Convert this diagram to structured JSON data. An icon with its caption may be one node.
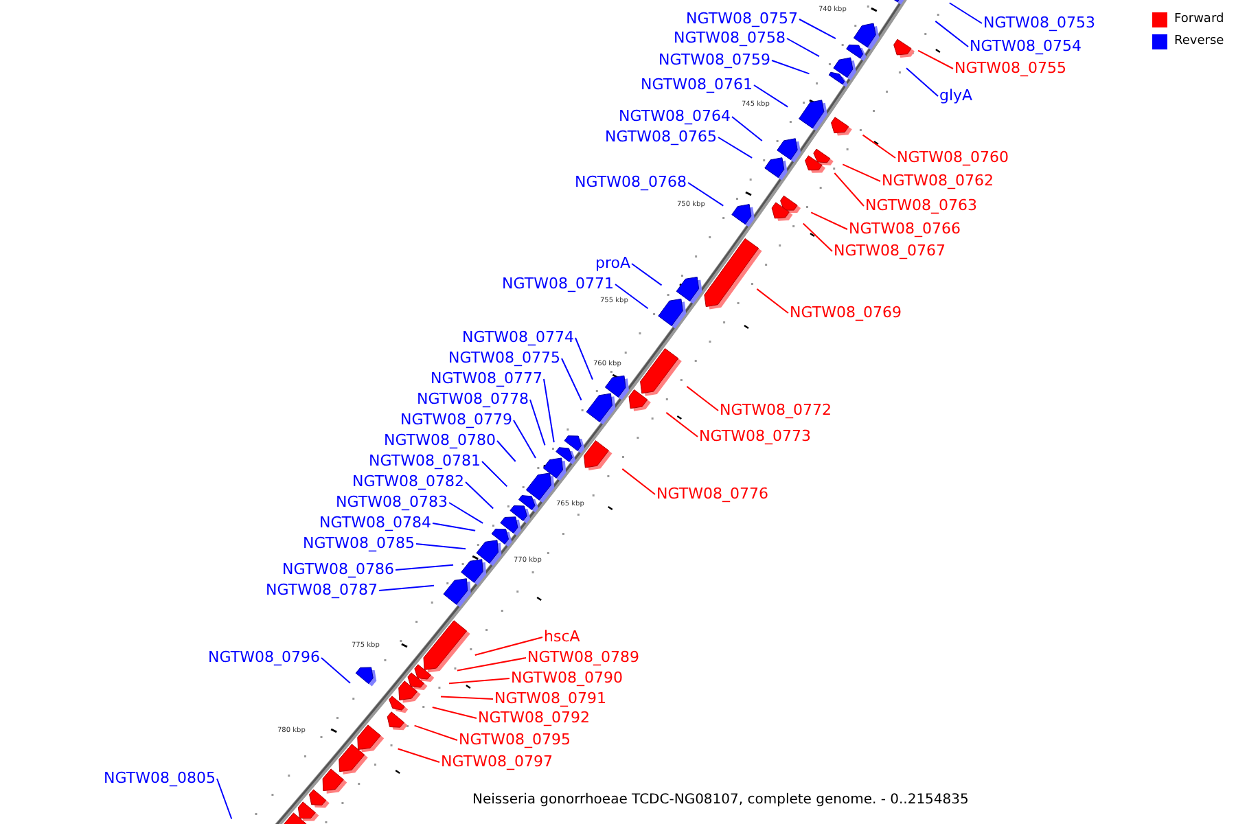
{
  "diagram": {
    "caption": "Neisseria gonorrhoeae TCDC-NG08107, complete genome. - 0..2154835",
    "nodes": [
      {
        "text": [
          "NGTW08_0757"
        ]
      },
      {
        "text": [
          "NGTW08_0753"
        ]
      },
      {
        "text": [
          "NGTW08_0758"
        ]
      },
      {
        "text": [
          "NGTW08_0754"
        ]
      },
      {
        "text": [
          "NGTW08_0759"
        ]
      },
      {
        "text": [
          "NGTW08_0755"
        ]
      },
      {
        "text": [
          "NGTW08_0761"
        ]
      },
      {
        "text": [
          "glyA"
        ]
      },
      {
        "text": [
          "NGTW08_0764"
        ]
      },
      {
        "text": [
          "NGTW08_0765"
        ]
      },
      {
        "text": [
          "NGTW08_0760"
        ]
      },
      {
        "text": [
          "NGTW08_0768"
        ]
      },
      {
        "text": [
          "NGTW08_0762"
        ]
      },
      {
        "text": [
          "NGTW08_0763"
        ]
      },
      {
        "text": [
          "NGTW08_0766"
        ]
      },
      {
        "text": [
          "NGTW08_0767"
        ]
      },
      {
        "text": [
          "proA"
        ]
      },
      {
        "text": [
          "NGTW08_0771"
        ]
      },
      {
        "text": [
          "NGTW08_0769"
        ]
      },
      {
        "text": [
          "NGTW08_0774"
        ]
      },
      {
        "text": [
          "NGTW08_0775"
        ]
      },
      {
        "text": [
          "NGTW08_0777"
        ]
      },
      {
        "text": [
          "NGTW08_0778"
        ]
      },
      {
        "text": [
          "NGTW08_0772"
        ]
      },
      {
        "text": [
          "NGTW08_0779"
        ]
      },
      {
        "text": [
          "NGTW08_0773"
        ]
      },
      {
        "text": [
          "NGTW08_0780"
        ]
      },
      {
        "text": [
          "NGTW08_0781"
        ]
      },
      {
        "text": [
          "NGTW08_0782"
        ]
      },
      {
        "text": [
          "NGTW08_0776"
        ]
      },
      {
        "text": [
          "NGTW08_0783"
        ]
      },
      {
        "text": [
          "NGTW08_0784"
        ]
      },
      {
        "text": [
          "NGTW08_0785"
        ]
      },
      {
        "text": [
          "NGTW08_0786"
        ]
      },
      {
        "text": [
          "NGTW08_0787"
        ]
      },
      {
        "text": [
          "hscA"
        ]
      },
      {
        "text": [
          "NGTW08_0796"
        ]
      },
      {
        "text": [
          "NGTW08_0789"
        ]
      },
      {
        "text": [
          "NGTW08_0790"
        ]
      },
      {
        "text": [
          "NGTW08_0791"
        ]
      },
      {
        "text": [
          "NGTW08_0792"
        ]
      },
      {
        "text": [
          "NGTW08_0795"
        ]
      },
      {
        "text": [
          "NGTW08_0797"
        ]
      },
      {
        "text": [
          "NGTW08_0805"
        ]
      }
    ],
    "edges": [
      {
        "from": 0,
        "to": null,
        "arrow": "none"
      },
      {
        "from": 1,
        "to": null,
        "arrow": "none"
      },
      {
        "from": 2,
        "to": null,
        "arrow": "none"
      },
      {
        "from": 3,
        "to": null,
        "arrow": "none"
      },
      {
        "from": 4,
        "to": null,
        "arrow": "none"
      },
      {
        "from": 5,
        "to": null,
        "arrow": "none",
        "color": "#ff0000"
      },
      {
        "from": 6,
        "to": null,
        "arrow": "none"
      },
      {
        "from": 7,
        "to": null,
        "arrow": "none"
      },
      {
        "from": 8,
        "to": null,
        "arrow": "none"
      },
      {
        "from": 9,
        "to": null,
        "arrow": "none"
      },
      {
        "from": 10,
        "to": null,
        "arrow": "none",
        "color": "#ff0000"
      },
      {
        "from": 11,
        "to": null,
        "arrow": "none"
      },
      {
        "from": 12,
        "to": null,
        "arrow": "none",
        "color": "#ff0000"
      },
      {
        "from": 13,
        "to": null,
        "arrow": "none",
        "color": "#ff0000"
      },
      {
        "from": 14,
        "to": null,
        "arrow": "none",
        "color": "#ff0000"
      },
      {
        "from": 15,
        "to": null,
        "arrow": "none",
        "color": "#ff0000"
      },
      {
        "from": 16,
        "to": null,
        "arrow": "none"
      },
      {
        "from": 17,
        "to": null,
        "arrow": "none"
      },
      {
        "from": 18,
        "to": null,
        "arrow": "none",
        "color": "#ff0000"
      },
      {
        "from": 19,
        "to": null,
        "arrow": "none"
      },
      {
        "from": 20,
        "to": null,
        "arrow": "none"
      },
      {
        "from": 21,
        "to": null,
        "arrow": "none"
      },
      {
        "from": 22,
        "to": null,
        "arrow": "none"
      },
      {
        "from": 23,
        "to": null,
        "arrow": "none",
        "color": "#ff0000"
      },
      {
        "from": 24,
        "to": null,
        "arrow": "none"
      },
      {
        "from": 25,
        "to": null,
        "arrow": "none",
        "color": "#ff0000"
      },
      {
        "from": 26,
        "to": null,
        "arrow": "none"
      },
      {
        "from": 27,
        "to": null,
        "arrow": "none"
      },
      {
        "from": 28,
        "to": null,
        "arrow": "none"
      },
      {
        "from": 29,
        "to": null,
        "arrow": "none",
        "color": "#ff0000"
      },
      {
        "from": 30,
        "to": null,
        "arrow": "none"
      },
      {
        "from": 31,
        "to": null,
        "arrow": "none"
      },
      {
        "from": 32,
        "to": null,
        "arrow": "none"
      },
      {
        "from": 33,
        "to": null,
        "arrow": "none"
      },
      {
        "from": 34,
        "to": null,
        "arrow": "none"
      },
      {
        "from": 35,
        "to": null,
        "arrow": "none",
        "color": "#ff0000"
      },
      {
        "from": 36,
        "to": null,
        "arrow": "none"
      },
      {
        "from": 37,
        "to": null,
        "arrow": "none",
        "color": "#ff0000"
      },
      {
        "from": 38,
        "to": null,
        "arrow": "none",
        "color": "#ff0000"
      },
      {
        "from": 39,
        "to": null,
        "arrow": "none",
        "color": "#ff0000"
      },
      {
        "from": 40,
        "to": null,
        "arrow": "none",
        "color": "#ff0000"
      },
      {
        "from": 41,
        "to": null,
        "arrow": "none",
        "color": "#ff0000"
      },
      {
        "from": 42,
        "to": null,
        "arrow": "none",
        "color": "#ff0000"
      },
      {
        "from": 43,
        "to": null,
        "arrow": "none"
      }
    ],
    "labels": [
      "740 kbp",
      "745 kbp",
      "750 kbp",
      "755 kbp",
      "760 kbp",
      "765 kbp",
      "770 kbp",
      "775 kbp",
      "780 kbp"
    ],
    "legend": [
      {
        "text": "Forward",
        "color": "#ff0000"
      },
      {
        "text": "Reverse",
        "color": "#0000ff"
      }
    ]
  }
}
